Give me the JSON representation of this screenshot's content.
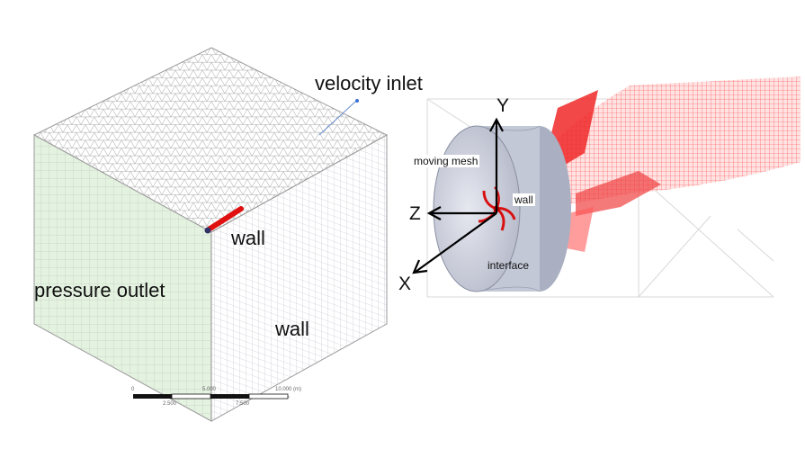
{
  "left_panel": {
    "labels": {
      "velocity_inlet": "velocity inlet",
      "wall_center": "wall",
      "pressure_outlet": "pressure outlet",
      "wall_right": "wall"
    },
    "scale_bar": {
      "ticks": [
        "0",
        "5.000",
        "10.000 (m)"
      ],
      "sub_ticks": [
        "2.500",
        "7.500"
      ]
    }
  },
  "right_panel": {
    "axes": {
      "y": "Y",
      "z": "Z",
      "x": "X"
    },
    "labels": {
      "moving_mesh": "moving mesh",
      "wall": "wall",
      "interface": "interface"
    }
  },
  "colors": {
    "mesh_line": "#9a9a9a",
    "green_face": "#dff0d8",
    "wall_red": "#e01010",
    "wake_red": "#ff3333",
    "cylinder": "#c9cede",
    "axis": "#000000"
  }
}
